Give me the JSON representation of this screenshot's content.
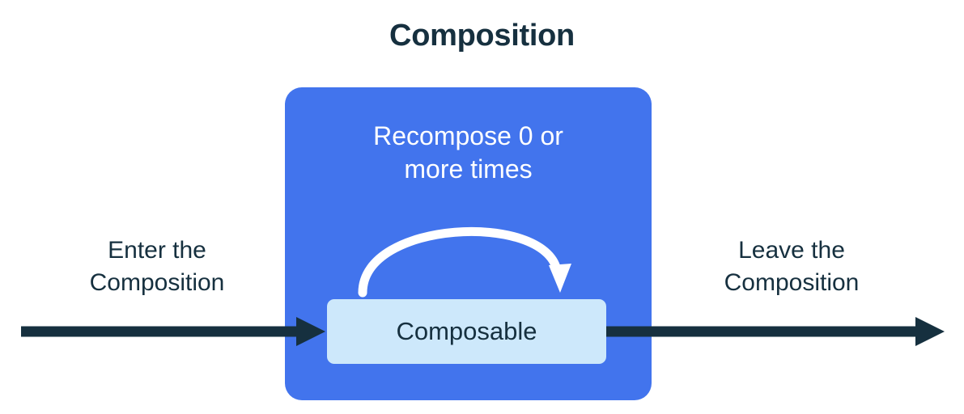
{
  "title": "Composition",
  "composition_box": {
    "color": "#4274ed",
    "recompose_label": {
      "line1": "Recompose 0 or",
      "line2": "more times",
      "color": "#ffffff"
    },
    "recompose_arrow": {
      "icon": "curved-loop-arrow-icon",
      "color": "#ffffff"
    },
    "composable_box": {
      "label": "Composable",
      "fill": "#cde8fb",
      "text_color": "#16303f"
    }
  },
  "enter_caption": {
    "line1": "Enter the",
    "line2": "Composition"
  },
  "leave_caption": {
    "line1": "Leave the",
    "line2": "Composition"
  },
  "arrows": {
    "color": "#16303f",
    "enter_arrow_icon": "arrow-right-icon",
    "leave_arrow_icon": "arrow-right-icon"
  }
}
